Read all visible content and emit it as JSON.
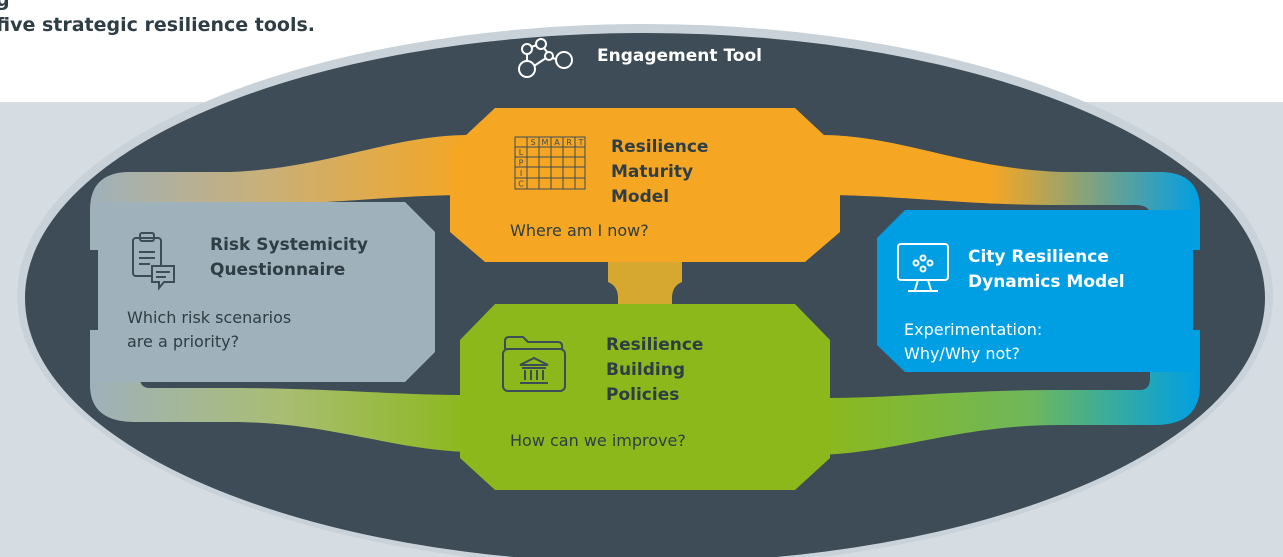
{
  "intro": {
    "line1": "g",
    "line2": "five strategic resilience tools."
  },
  "engagement_tool": {
    "label": "Engagement Tool",
    "icon": "network-nodes-icon"
  },
  "tools": {
    "maturity": {
      "title_lines": [
        "Resilience",
        "Maturity",
        "Model"
      ],
      "question": "Where am I now?",
      "icon": "smart-grid-icon",
      "grid_header": [
        "S",
        "M",
        "A",
        "R",
        "T"
      ],
      "grid_side": [
        "L",
        "P",
        "I",
        "C"
      ],
      "color": "#f5a623"
    },
    "risk": {
      "title_lines": [
        "Risk Systemicity",
        "Questionnaire"
      ],
      "question_lines": [
        "Which risk scenarios",
        "are a priority?"
      ],
      "icon": "clipboard-chat-icon",
      "color": "#9fb1ba"
    },
    "policies": {
      "title_lines": [
        "Resilience",
        "Building",
        "Policies"
      ],
      "question": "How can we improve?",
      "icon": "folder-building-icon",
      "color": "#8cb81c"
    },
    "dynamics": {
      "title_lines": [
        "City Resilience",
        "Dynamics Model"
      ],
      "question_lines": [
        "Experimentation:",
        "Why/Why not?"
      ],
      "icon": "monitor-network-icon",
      "color": "#009fe3"
    }
  },
  "colors": {
    "ellipse": "#3d4c56",
    "background_band": "#d6dde2",
    "text_dark": "#2f3d45"
  }
}
